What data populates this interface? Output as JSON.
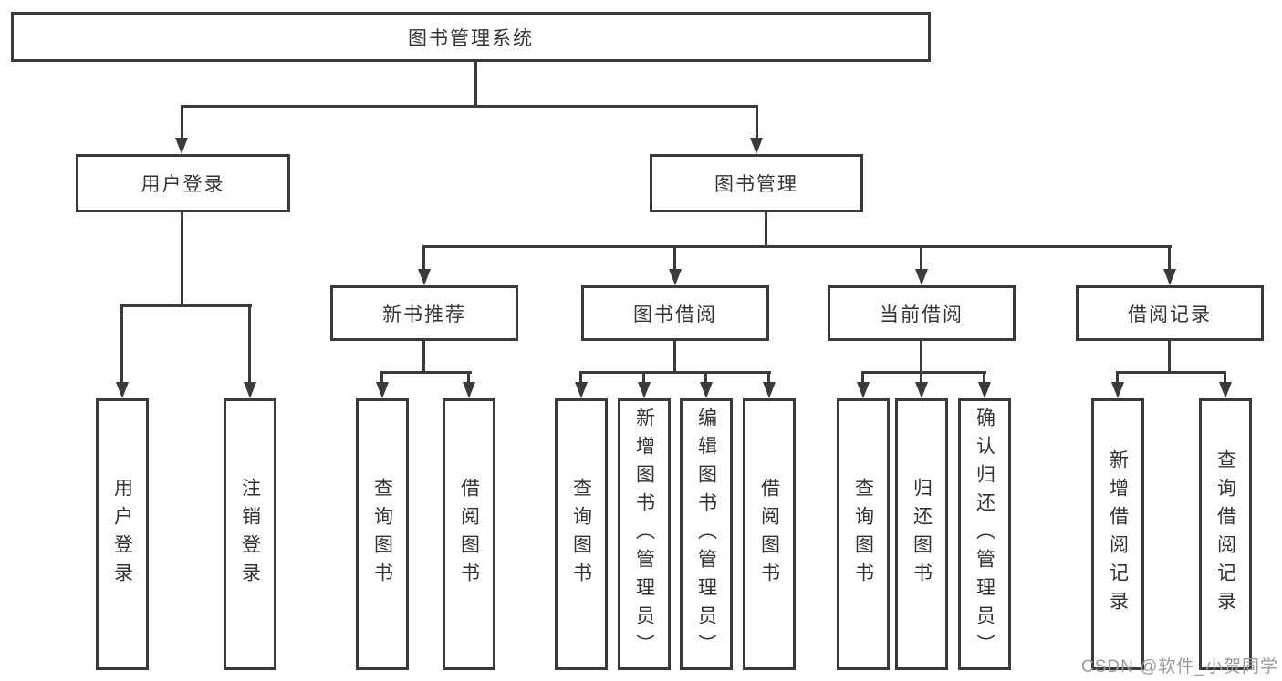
{
  "diagram": {
    "root": {
      "label": "图书管理系统"
    },
    "user_login_branch": {
      "label": "用户登录",
      "leaves": [
        "用户登录",
        "注销登录"
      ]
    },
    "book_mgmt_branch": {
      "label": "图书管理",
      "sections": [
        {
          "label": "新书推荐",
          "leaves": [
            "查询图书",
            "借阅图书"
          ]
        },
        {
          "label": "图书借阅",
          "leaves": [
            "查询图书",
            "新增图书（管理员）",
            "编辑图书（管理员）",
            "借阅图书"
          ]
        },
        {
          "label": "当前借阅",
          "leaves": [
            "查询图书",
            "归还图书",
            "确认归还（管理员）"
          ]
        },
        {
          "label": "借阅记录",
          "leaves": [
            "新增借阅记录",
            "查询借阅记录"
          ]
        }
      ]
    },
    "watermark": "CSDN @软件_小贺同学",
    "colors": {
      "line": "#3a3a3a",
      "text": "#333333",
      "watermark": "#9c9c9c",
      "background": "#ffffff"
    }
  }
}
